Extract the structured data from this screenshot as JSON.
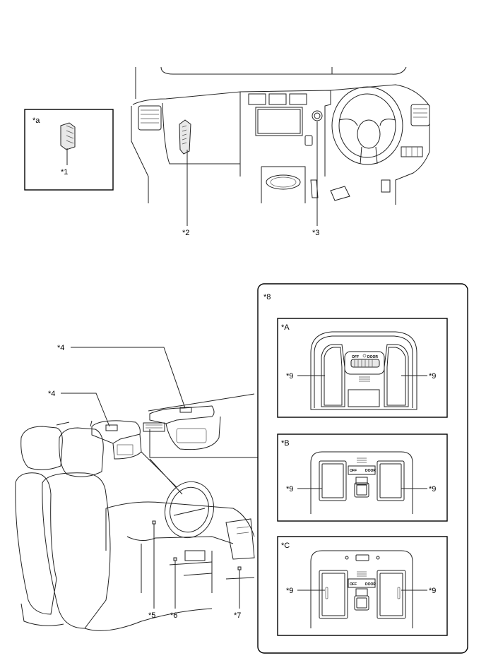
{
  "labels": {
    "a": "*a",
    "n1": "*1",
    "n2": "*2",
    "n3": "*3",
    "n4a": "*4",
    "n4b": "*4",
    "n5": "*5",
    "n6": "*6",
    "n7": "*7",
    "n8": "*8",
    "A": "*A",
    "B": "*B",
    "C": "*C",
    "n9": "*9"
  },
  "switch_text": {
    "off": "OFF",
    "door": "DOOR"
  }
}
